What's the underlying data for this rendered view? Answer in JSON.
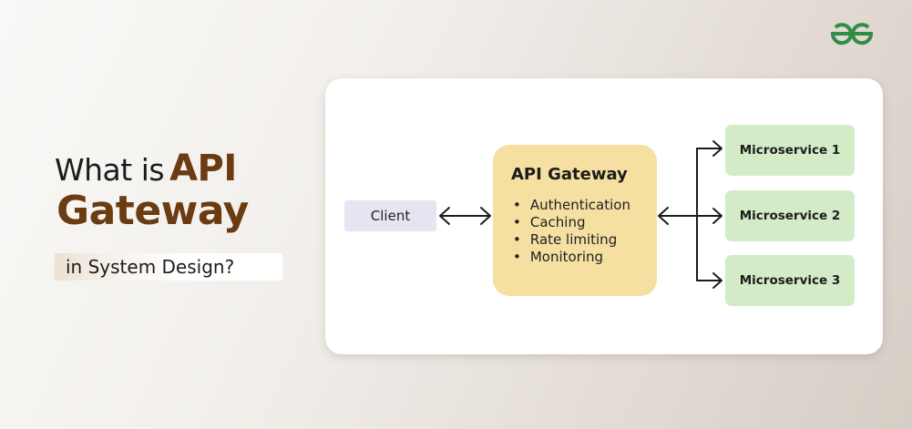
{
  "brand": {
    "logo_icon": "gfg-logo-icon",
    "color": "#2f8d46"
  },
  "headline": {
    "line1_plain": "What is",
    "line1_accent": "API",
    "line2": "Gateway",
    "tagline": "in System Design?"
  },
  "diagram": {
    "client": {
      "label": "Client"
    },
    "gateway": {
      "title": "API Gateway",
      "features": [
        "Authentication",
        "Caching",
        "Rate limiting",
        "Monitoring"
      ]
    },
    "services": [
      {
        "label": "Microservice 1"
      },
      {
        "label": "Microservice 2"
      },
      {
        "label": "Microservice 3"
      }
    ],
    "connectors": {
      "client_gateway": "double-arrow-icon",
      "gateway_services": "branch-arrow-icon"
    }
  },
  "colors": {
    "accent_brown": "#6b3b12",
    "client_fill": "#e6e5f2",
    "gateway_fill": "#f5dfa1",
    "service_fill": "#d3ebc6"
  }
}
